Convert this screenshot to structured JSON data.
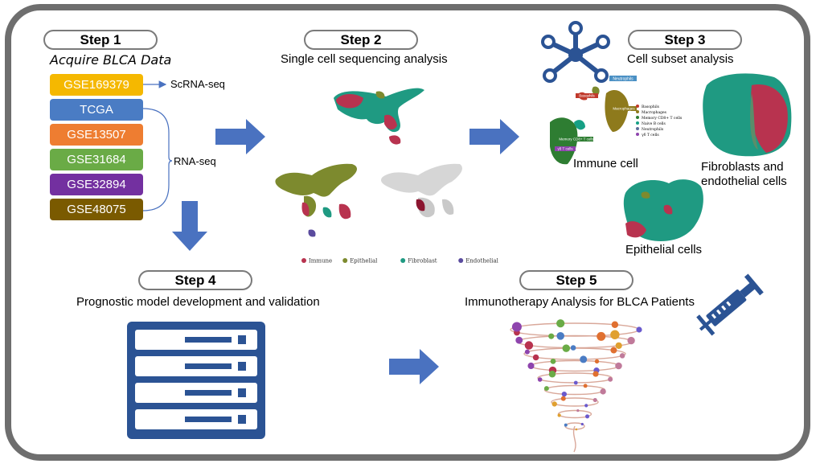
{
  "steps": {
    "step1": {
      "label": "Step 1",
      "caption": "Acquire BLCA Data"
    },
    "step2": {
      "label": "Step 2",
      "caption": "Single cell sequencing analysis"
    },
    "step3": {
      "label": "Step 3",
      "caption": "Cell subset analysis"
    },
    "step4": {
      "label": "Step 4",
      "caption": "Prognostic model development and validation"
    },
    "step5": {
      "label": "Step 5",
      "caption": "Immunotherapy Analysis for BLCA Patients"
    }
  },
  "datasets": [
    {
      "name": "GSE169379",
      "color": "#f5b800"
    },
    {
      "name": "TCGA",
      "color": "#4a7cc4"
    },
    {
      "name": "GSE13507",
      "color": "#ee7d31"
    },
    {
      "name": "GSE31684",
      "color": "#6aab46"
    },
    {
      "name": "GSE32894",
      "color": "#7330a0"
    },
    {
      "name": "GSE48075",
      "color": "#7a5a00"
    }
  ],
  "data_types": {
    "scrna": "ScRNA-seq",
    "rna": "RNA-seq"
  },
  "umap_legend": [
    {
      "label": "Immune",
      "color": "#b8334f"
    },
    {
      "label": "Epithelial",
      "color": "#7d8a2e"
    },
    {
      "label": "Fibroblast",
      "color": "#1f9a82"
    },
    {
      "label": "Endothelial",
      "color": "#5a4b9e"
    }
  ],
  "immune_legend": [
    {
      "label": "Basophils",
      "color": "#c0392b"
    },
    {
      "label": "Macrophages",
      "color": "#8e7a1c"
    },
    {
      "label": "Memory CD8+ T cells",
      "color": "#2e7d32"
    },
    {
      "label": "Naive B cells",
      "color": "#16a085"
    },
    {
      "label": "Neutrophils",
      "color": "#5d6d9a"
    },
    {
      "label": "γδ T cells",
      "color": "#8e44ad"
    }
  ],
  "cluster_tags": {
    "neutrophils": "Neutrophils",
    "basophils": "Basophils",
    "macrophages": "Macrophages",
    "memory": "Memory CD8+ T cells",
    "gd": "γδ T cells"
  },
  "subset_labels": {
    "immune": "Immune cell",
    "fibro": "Fibroblasts and endothelial cells",
    "epi": "Epithelial cells"
  },
  "colors": {
    "arrow": "#4a72c0",
    "icon": "#2b5394",
    "frame": "#6e6e6e"
  }
}
